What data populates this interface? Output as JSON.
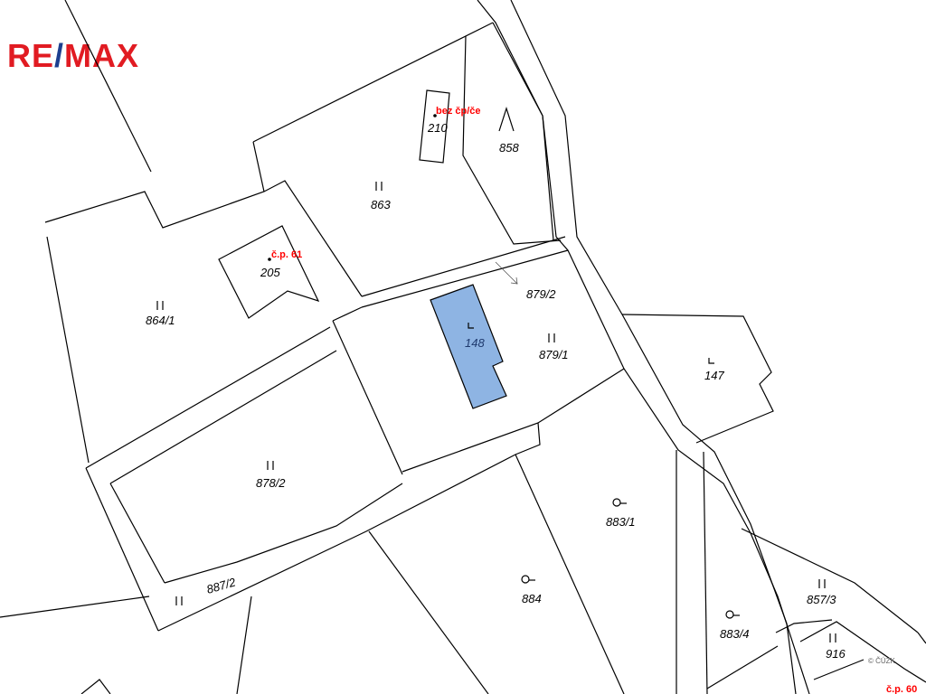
{
  "logo": {
    "text_left": "RE",
    "text_right": "MAX",
    "slash": "/",
    "color": "#e11b22",
    "slash_color": "#1d3f8f"
  },
  "colors": {
    "highlight_fill": "#8eb4e3",
    "highlight_stroke": "#000000",
    "house_number": "#ff0000"
  },
  "parcels": [
    {
      "id": "p858",
      "label": "858",
      "symbol": "pasture-icon"
    },
    {
      "id": "p863",
      "label": "863",
      "symbol": "arable-icon"
    },
    {
      "id": "p210",
      "label": "210"
    },
    {
      "id": "p205",
      "label": "205"
    },
    {
      "id": "p864_1",
      "label": "864/1",
      "symbol": "arable-icon"
    },
    {
      "id": "p148",
      "label": "148",
      "symbol": "built-icon",
      "highlighted": true
    },
    {
      "id": "p879_2",
      "label": "879/2"
    },
    {
      "id": "p879_1",
      "label": "879/1",
      "symbol": "arable-icon"
    },
    {
      "id": "p147",
      "label": "147",
      "symbol": "built-icon"
    },
    {
      "id": "p878_2",
      "label": "878/2",
      "symbol": "arable-icon"
    },
    {
      "id": "p887_2",
      "label": "887/2",
      "symbol": "arable-icon"
    },
    {
      "id": "p883_1",
      "label": "883/1",
      "symbol": "garden-icon"
    },
    {
      "id": "p884",
      "label": "884",
      "symbol": "garden-icon"
    },
    {
      "id": "p883_4",
      "label": "883/4",
      "symbol": "garden-icon"
    },
    {
      "id": "p857_3",
      "label": "857/3",
      "symbol": "arable-icon"
    },
    {
      "id": "p916",
      "label": "916",
      "symbol": "arable-icon"
    }
  ],
  "house_numbers": [
    {
      "id": "h_bez",
      "label": "bez čp/če"
    },
    {
      "id": "h_61",
      "label": "č.p. 61"
    },
    {
      "id": "h_60",
      "label": "č.p. 60"
    }
  ],
  "copyright": "© ČÚZK"
}
